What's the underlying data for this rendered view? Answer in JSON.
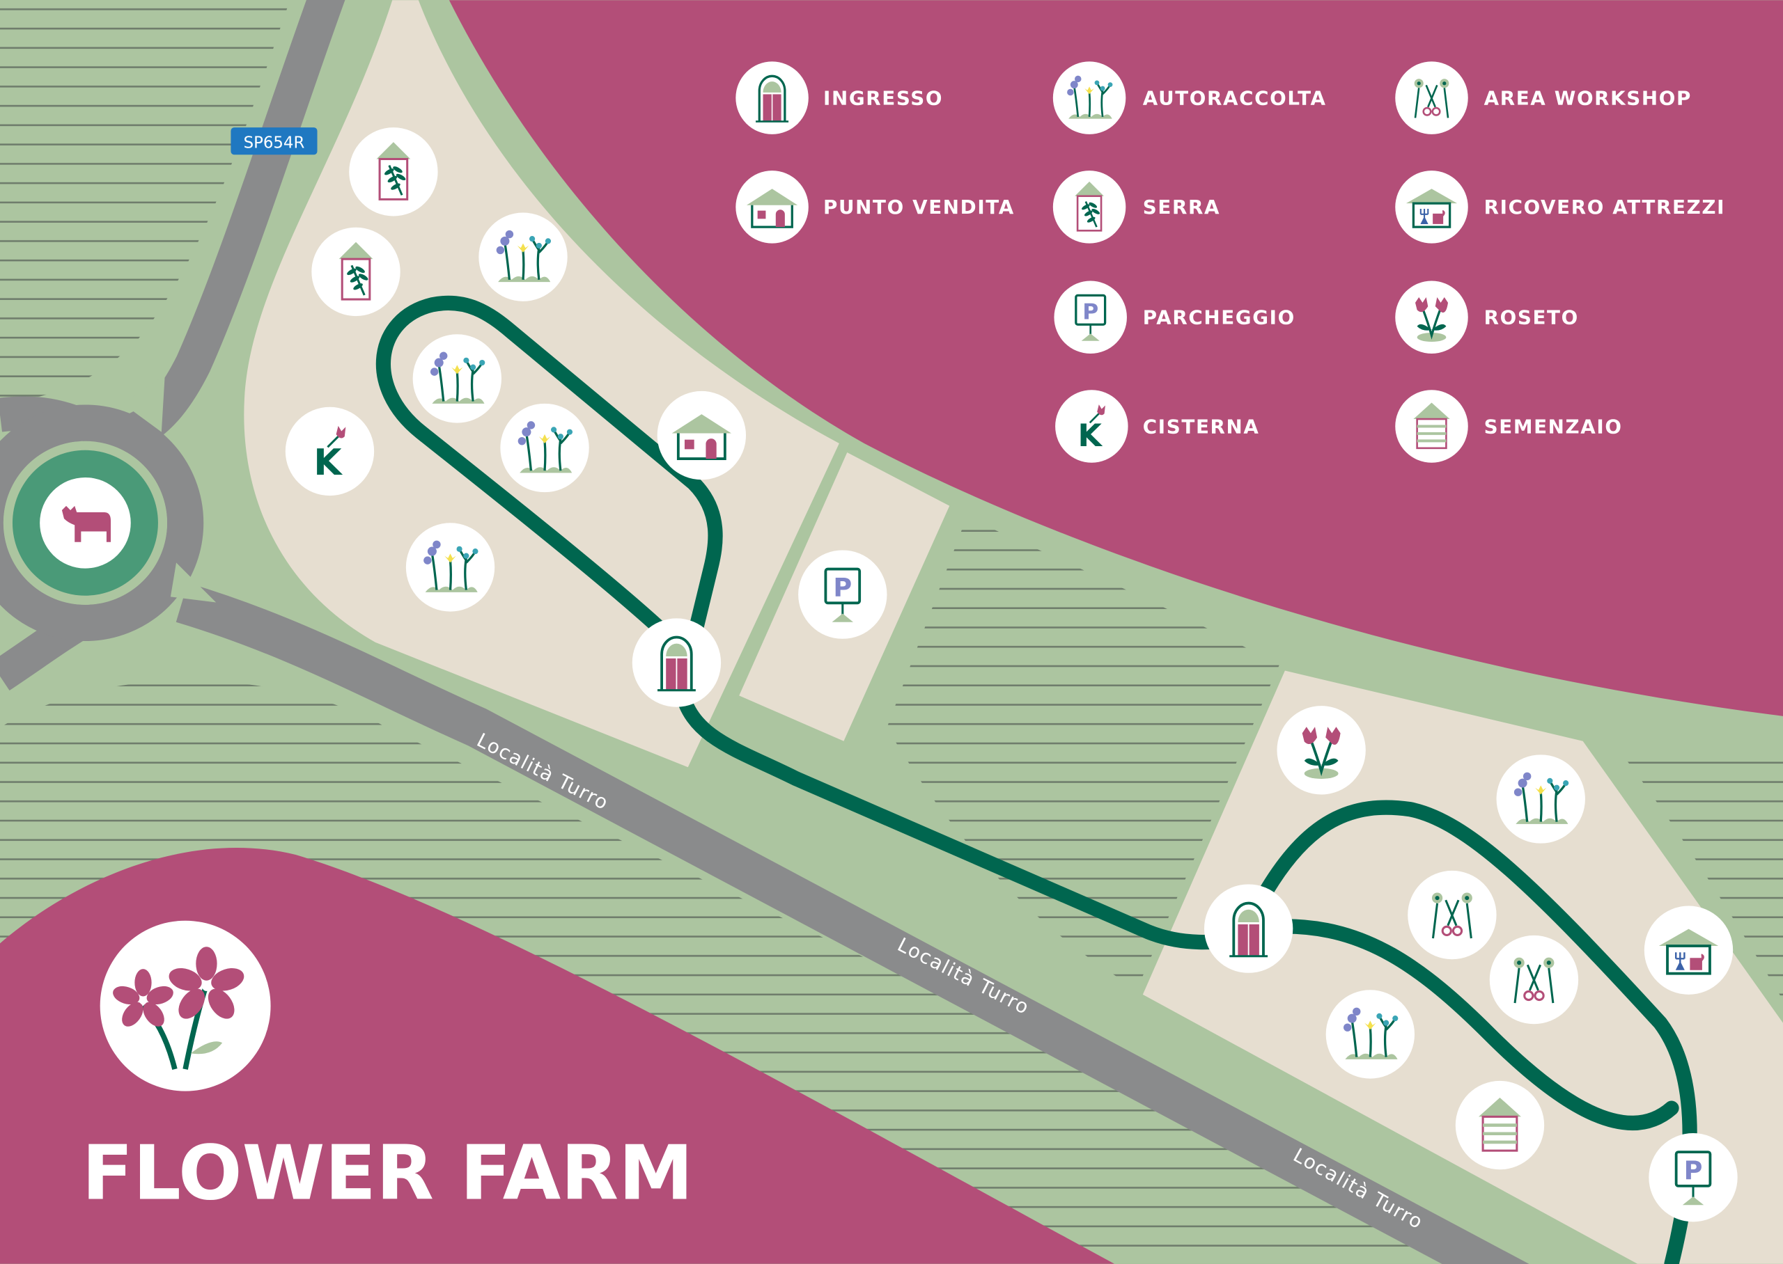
{
  "title": "FLOWER FARM",
  "road_badge": "SP654R",
  "road_labels": [
    "Località Turro",
    "Località Turro",
    "Località Turro"
  ],
  "legend": [
    {
      "icon": "ingresso-icon",
      "label": "INGRESSO"
    },
    {
      "icon": "punto-vendita-icon",
      "label": "PUNTO VENDITA"
    },
    {
      "icon": "autoraccolta-icon",
      "label": "AUTORACCOLTA"
    },
    {
      "icon": "serra-icon",
      "label": "SERRA"
    },
    {
      "icon": "parcheggio-icon",
      "label": "PARCHEGGIO"
    },
    {
      "icon": "cisterna-icon",
      "label": "CISTERNA"
    },
    {
      "icon": "area-workshop-icon",
      "label": "AREA WORKSHOP"
    },
    {
      "icon": "ricovero-attrezzi-icon",
      "label": "RICOVERO ATTREZZI"
    },
    {
      "icon": "roseto-icon",
      "label": "ROSETO"
    },
    {
      "icon": "semenzaio-icon",
      "label": "SEMENZAIO"
    }
  ],
  "colors": {
    "magenta": "#b34e78",
    "field_green": "#acc5a0",
    "beige": "#e6ded0",
    "road": "#8a8b8c",
    "path": "#00664f",
    "badge": "#1f78c1"
  }
}
